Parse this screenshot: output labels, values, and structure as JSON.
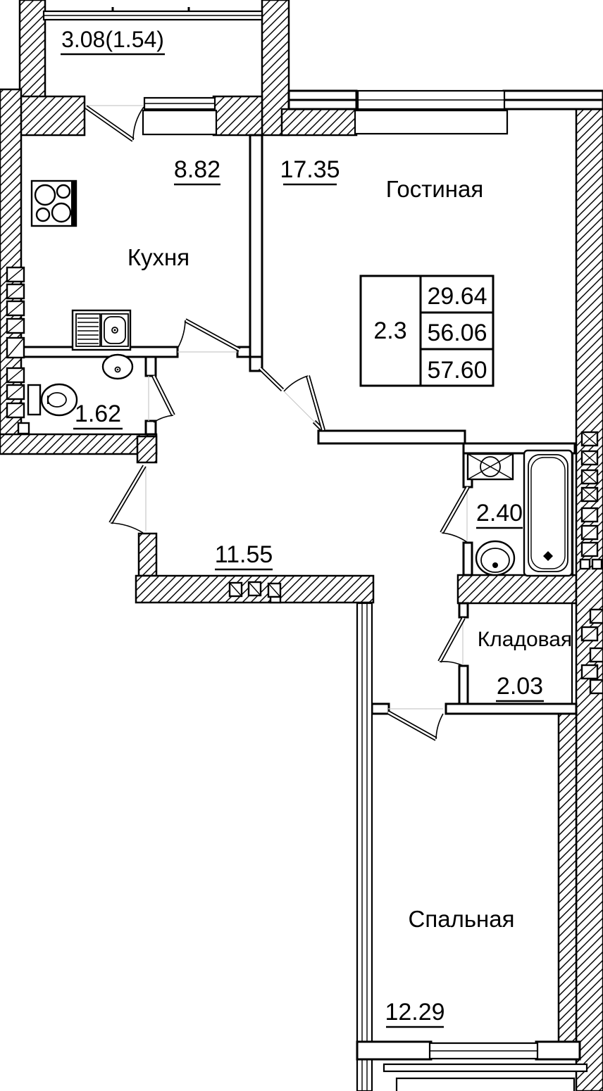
{
  "colors": {
    "line": "#000000",
    "background": "#ffffff"
  },
  "plan": {
    "balcony": {
      "area": "3.08(1.54)"
    },
    "kitchen": {
      "name": "Кухня",
      "area": "8.82"
    },
    "living_room": {
      "name": "Гостиная",
      "area": "17.35"
    },
    "toilet": {
      "area": "1.62"
    },
    "hallway": {
      "area": "11.55"
    },
    "bathroom": {
      "area": "2.40"
    },
    "storage": {
      "name": "Кладовая",
      "area": "2.03"
    },
    "bedroom": {
      "name": "Спальная",
      "area": "12.29"
    },
    "info_table": {
      "rooms": "2.3",
      "living_area": "29.64",
      "apartment_area": "56.06",
      "total_area": "57.60"
    }
  }
}
